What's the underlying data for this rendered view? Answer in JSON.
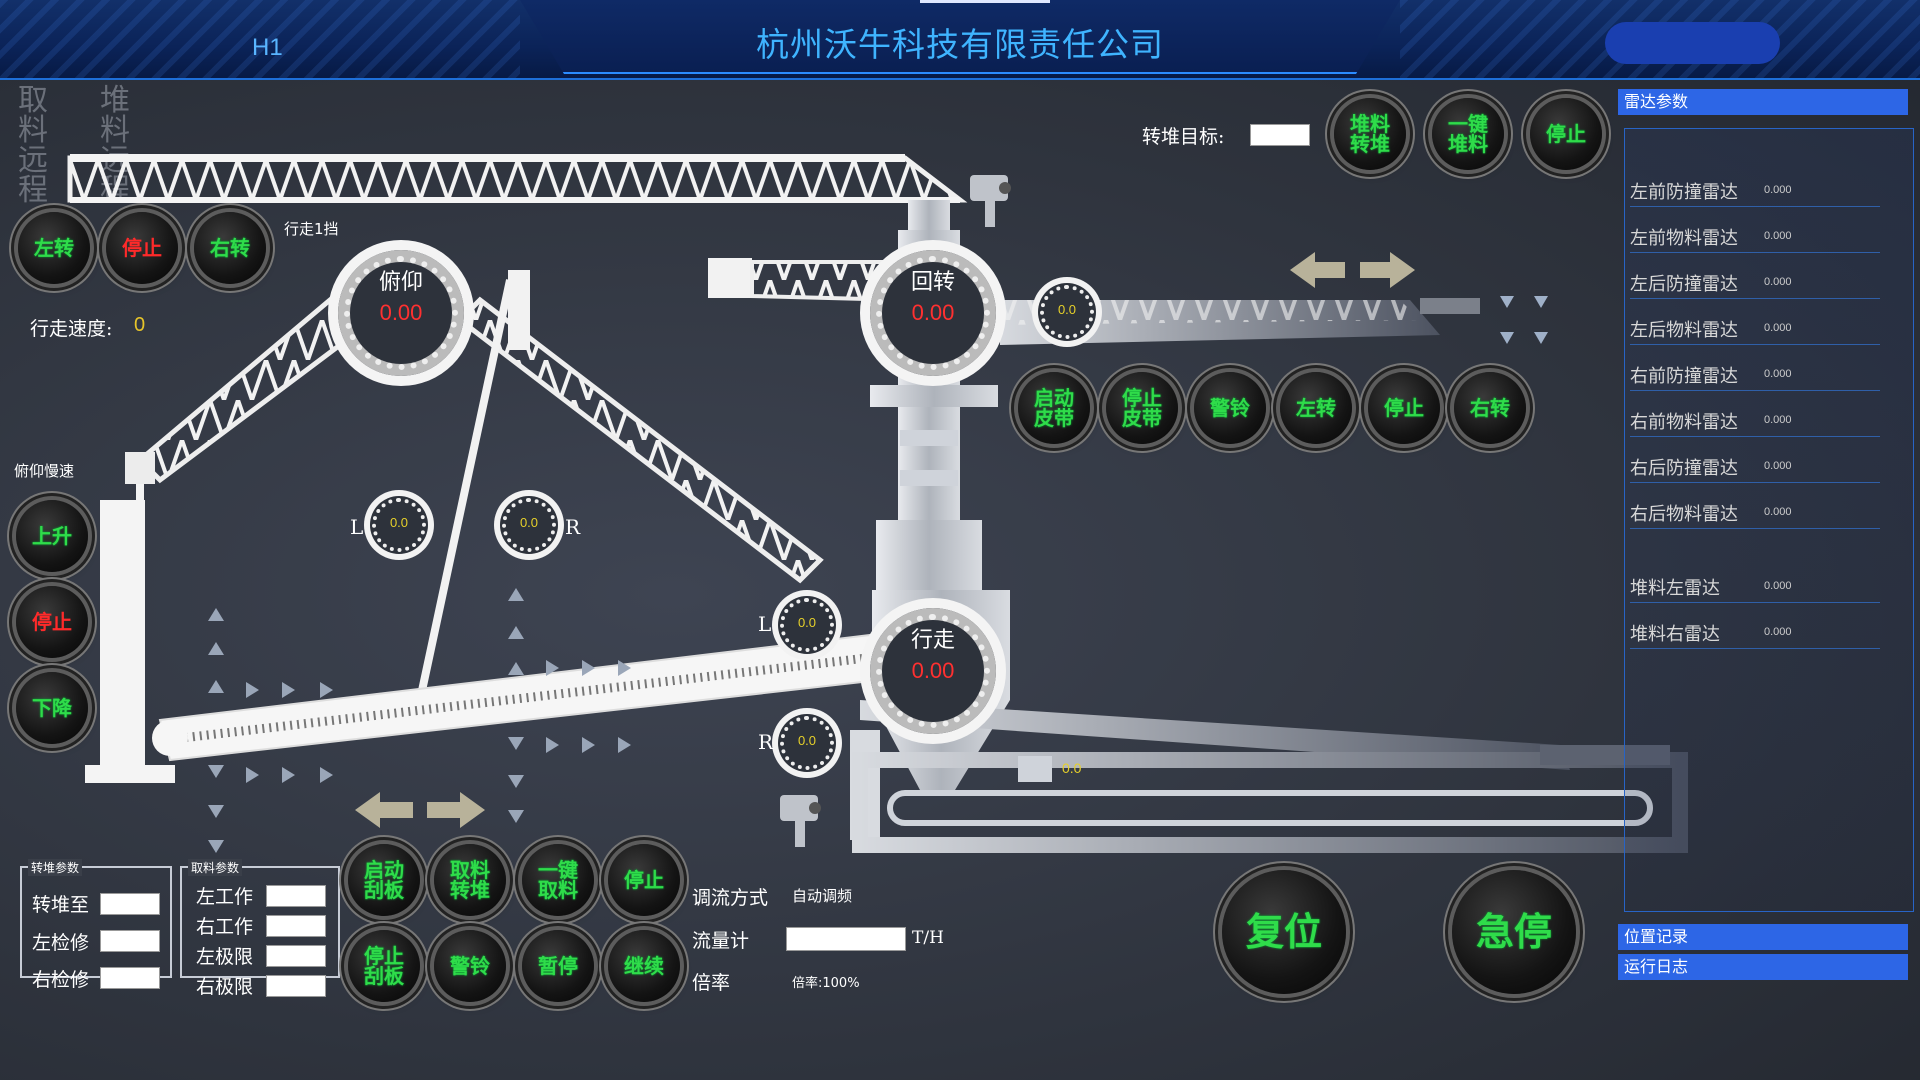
{
  "header": {
    "title": "杭州沃牛科技有限责任公司",
    "tag": "H1"
  },
  "top_left_labels": [
    "取料远程",
    "堆料远程"
  ],
  "travel": {
    "gear_label": "行走1挡",
    "speed_label": "行走速度:",
    "speed_value": "0",
    "buttons": [
      "左转",
      "停止",
      "右转"
    ]
  },
  "pitch": {
    "slow_label": "俯仰慢速",
    "buttons": [
      "上升",
      "停止",
      "下降"
    ]
  },
  "gauges": {
    "pitch": {
      "label": "俯仰",
      "value": "0.00"
    },
    "slew": {
      "label": "回转",
      "value": "0.00"
    },
    "walk": {
      "label": "行走",
      "value": "0.00"
    },
    "boom": {
      "value": "0.0"
    },
    "left_wheel": {
      "side": "L",
      "value": "0.0"
    },
    "right_wheel": {
      "side": "R",
      "value": "0.0"
    },
    "walk_l": {
      "side": "L",
      "value": "0.0"
    },
    "walk_r": {
      "side": "R",
      "value": "0.0"
    },
    "tripper": {
      "value": "0.0"
    }
  },
  "stack_target": {
    "label": "转堆目标:",
    "value": ""
  },
  "top_buttons": [
    "堆料转堆",
    "一键堆料",
    "停止"
  ],
  "belt_buttons": [
    "启动皮带",
    "停止皮带",
    "警铃",
    "左转",
    "停止",
    "右转"
  ],
  "scraper_buttons_row1": [
    "启动刮板",
    "取料转堆",
    "一键取料",
    "停止"
  ],
  "scraper_buttons_row2": [
    "停止刮板",
    "警铃",
    "暂停",
    "继续"
  ],
  "flow": {
    "mode_label": "调流方式",
    "mode_value": "自动调频",
    "meter_label": "流量计",
    "meter_unit": "T/H",
    "rate_label": "倍率",
    "rate_value": "倍率:100%"
  },
  "stack_params": {
    "title": "转堆参数",
    "rows": [
      "转堆至",
      "左检修",
      "右检修"
    ]
  },
  "reclaim_params": {
    "title": "取料参数",
    "rows": [
      "左工作",
      "右工作",
      "左极限",
      "右极限"
    ]
  },
  "big_buttons": {
    "reset": "复位",
    "estop": "急停"
  },
  "radar": {
    "title": "雷达参数",
    "rows": [
      {
        "label": "左前防撞雷达",
        "value": "0.000"
      },
      {
        "label": "左前物料雷达",
        "value": "0.000"
      },
      {
        "label": "左后防撞雷达",
        "value": "0.000"
      },
      {
        "label": "左后物料雷达",
        "value": "0.000"
      },
      {
        "label": "右前防撞雷达",
        "value": "0.000"
      },
      {
        "label": "右前物料雷达",
        "value": "0.000"
      },
      {
        "label": "右后防撞雷达",
        "value": "0.000"
      },
      {
        "label": "右后物料雷达",
        "value": "0.000"
      }
    ],
    "stack_rows": [
      {
        "label": "堆料左雷达",
        "value": "0.000"
      },
      {
        "label": "堆料右雷达",
        "value": "0.000"
      }
    ]
  },
  "side_tabs": {
    "position": "位置记录",
    "log": "运行日志"
  },
  "colors": {
    "accent_green": "#2fdc4a",
    "stop_red": "#ff2a2a",
    "header_blue": "#3fb4ff",
    "panel_blue": "#2d66e6"
  }
}
